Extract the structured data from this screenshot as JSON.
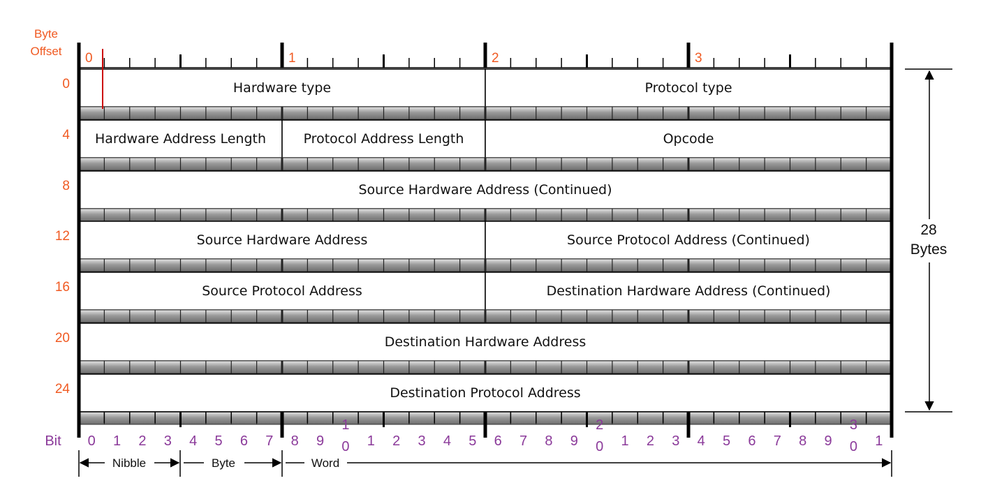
{
  "header": {
    "byte_offset_label_1": "Byte",
    "byte_offset_label_2": "Offset"
  },
  "ruler": {
    "byte_marks": [
      "0",
      "1",
      "2",
      "3"
    ]
  },
  "rows": [
    {
      "offset": "0",
      "fields": [
        {
          "label": "Hardware type",
          "bits": 16
        },
        {
          "label": "Protocol type",
          "bits": 16
        }
      ]
    },
    {
      "offset": "4",
      "fields": [
        {
          "label": "Hardware Address Length",
          "bits": 8
        },
        {
          "label": "Protocol Address Length",
          "bits": 8
        },
        {
          "label": "Opcode",
          "bits": 16
        }
      ]
    },
    {
      "offset": "8",
      "fields": [
        {
          "label": "Source Hardware Address (Continued)",
          "bits": 32
        }
      ]
    },
    {
      "offset": "12",
      "fields": [
        {
          "label": "Source Hardware Address",
          "bits": 16
        },
        {
          "label": "Source Protocol Address (Continued)",
          "bits": 16
        }
      ]
    },
    {
      "offset": "16",
      "fields": [
        {
          "label": "Source Protocol Address",
          "bits": 16
        },
        {
          "label": "Destination Hardware Address (Continued)",
          "bits": 16
        }
      ]
    },
    {
      "offset": "20",
      "fields": [
        {
          "label": "Destination Hardware Address",
          "bits": 32
        }
      ]
    },
    {
      "offset": "24",
      "fields": [
        {
          "label": "Destination Protocol Address",
          "bits": 32
        }
      ]
    }
  ],
  "total_size": {
    "value": "28",
    "unit": "Bytes"
  },
  "bit_axis": {
    "label": "Bit",
    "bits": [
      {
        "top": "0"
      },
      {
        "top": "1"
      },
      {
        "top": "2"
      },
      {
        "top": "3"
      },
      {
        "top": "4"
      },
      {
        "top": "5"
      },
      {
        "top": "6"
      },
      {
        "top": "7"
      },
      {
        "top": "8"
      },
      {
        "top": "9"
      },
      {
        "top": "1",
        "bottom": "0"
      },
      {
        "top": "1"
      },
      {
        "top": "2"
      },
      {
        "top": "3"
      },
      {
        "top": "4"
      },
      {
        "top": "5"
      },
      {
        "top": "6"
      },
      {
        "top": "7"
      },
      {
        "top": "8"
      },
      {
        "top": "9"
      },
      {
        "top": "2",
        "bottom": "0"
      },
      {
        "top": "1"
      },
      {
        "top": "2"
      },
      {
        "top": "3"
      },
      {
        "top": "4"
      },
      {
        "top": "5"
      },
      {
        "top": "6"
      },
      {
        "top": "7"
      },
      {
        "top": "8"
      },
      {
        "top": "9"
      },
      {
        "top": "3",
        "bottom": "0"
      },
      {
        "top": "1"
      }
    ]
  },
  "legend": {
    "nibble": "Nibble",
    "byte": "Byte",
    "word": "Word"
  },
  "colors": {
    "offset": "#f05a22",
    "bits": "#8b3a9a",
    "text": "#111111",
    "separator_fill": "#a6a6a6",
    "separator_border": "#333333",
    "pointer": "#cc0000"
  }
}
